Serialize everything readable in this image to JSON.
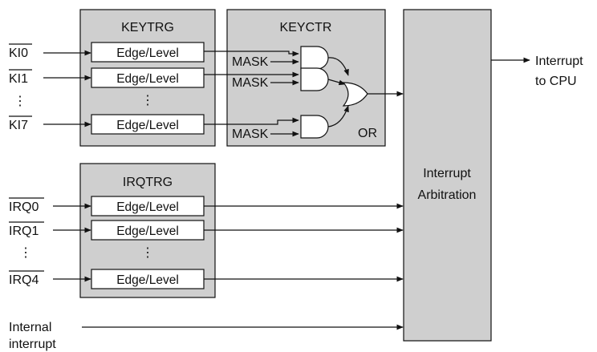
{
  "blocks": {
    "keytrg": "KEYTRG",
    "keyctr": "KEYCTR",
    "irqtrg": "IRQTRG",
    "arbitration": [
      "Interrupt",
      "Arbitration"
    ]
  },
  "edge_level": "Edge/Level",
  "mask": "MASK",
  "or_label": "OR",
  "vdots": "⋮",
  "ki_inputs": [
    "KI0",
    "KI1",
    "KI7"
  ],
  "irq_inputs": [
    "IRQ0",
    "IRQ1",
    "IRQ4"
  ],
  "internal_interrupt": [
    "Internal",
    "interrupt"
  ],
  "output": [
    "Interrupt",
    "to CPU"
  ]
}
